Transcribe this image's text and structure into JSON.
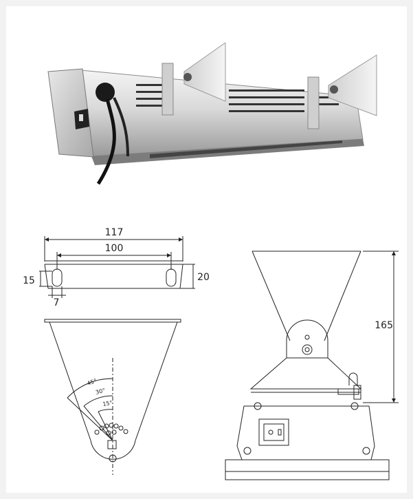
{
  "dimensions": {
    "overall_width": "117",
    "hole_spacing": "100",
    "slot_height": "15",
    "bracket_height": "20",
    "slot_width": "7",
    "total_height": "165"
  },
  "angles": {
    "a45": "45°",
    "a30": "30°",
    "a15": "15°"
  }
}
